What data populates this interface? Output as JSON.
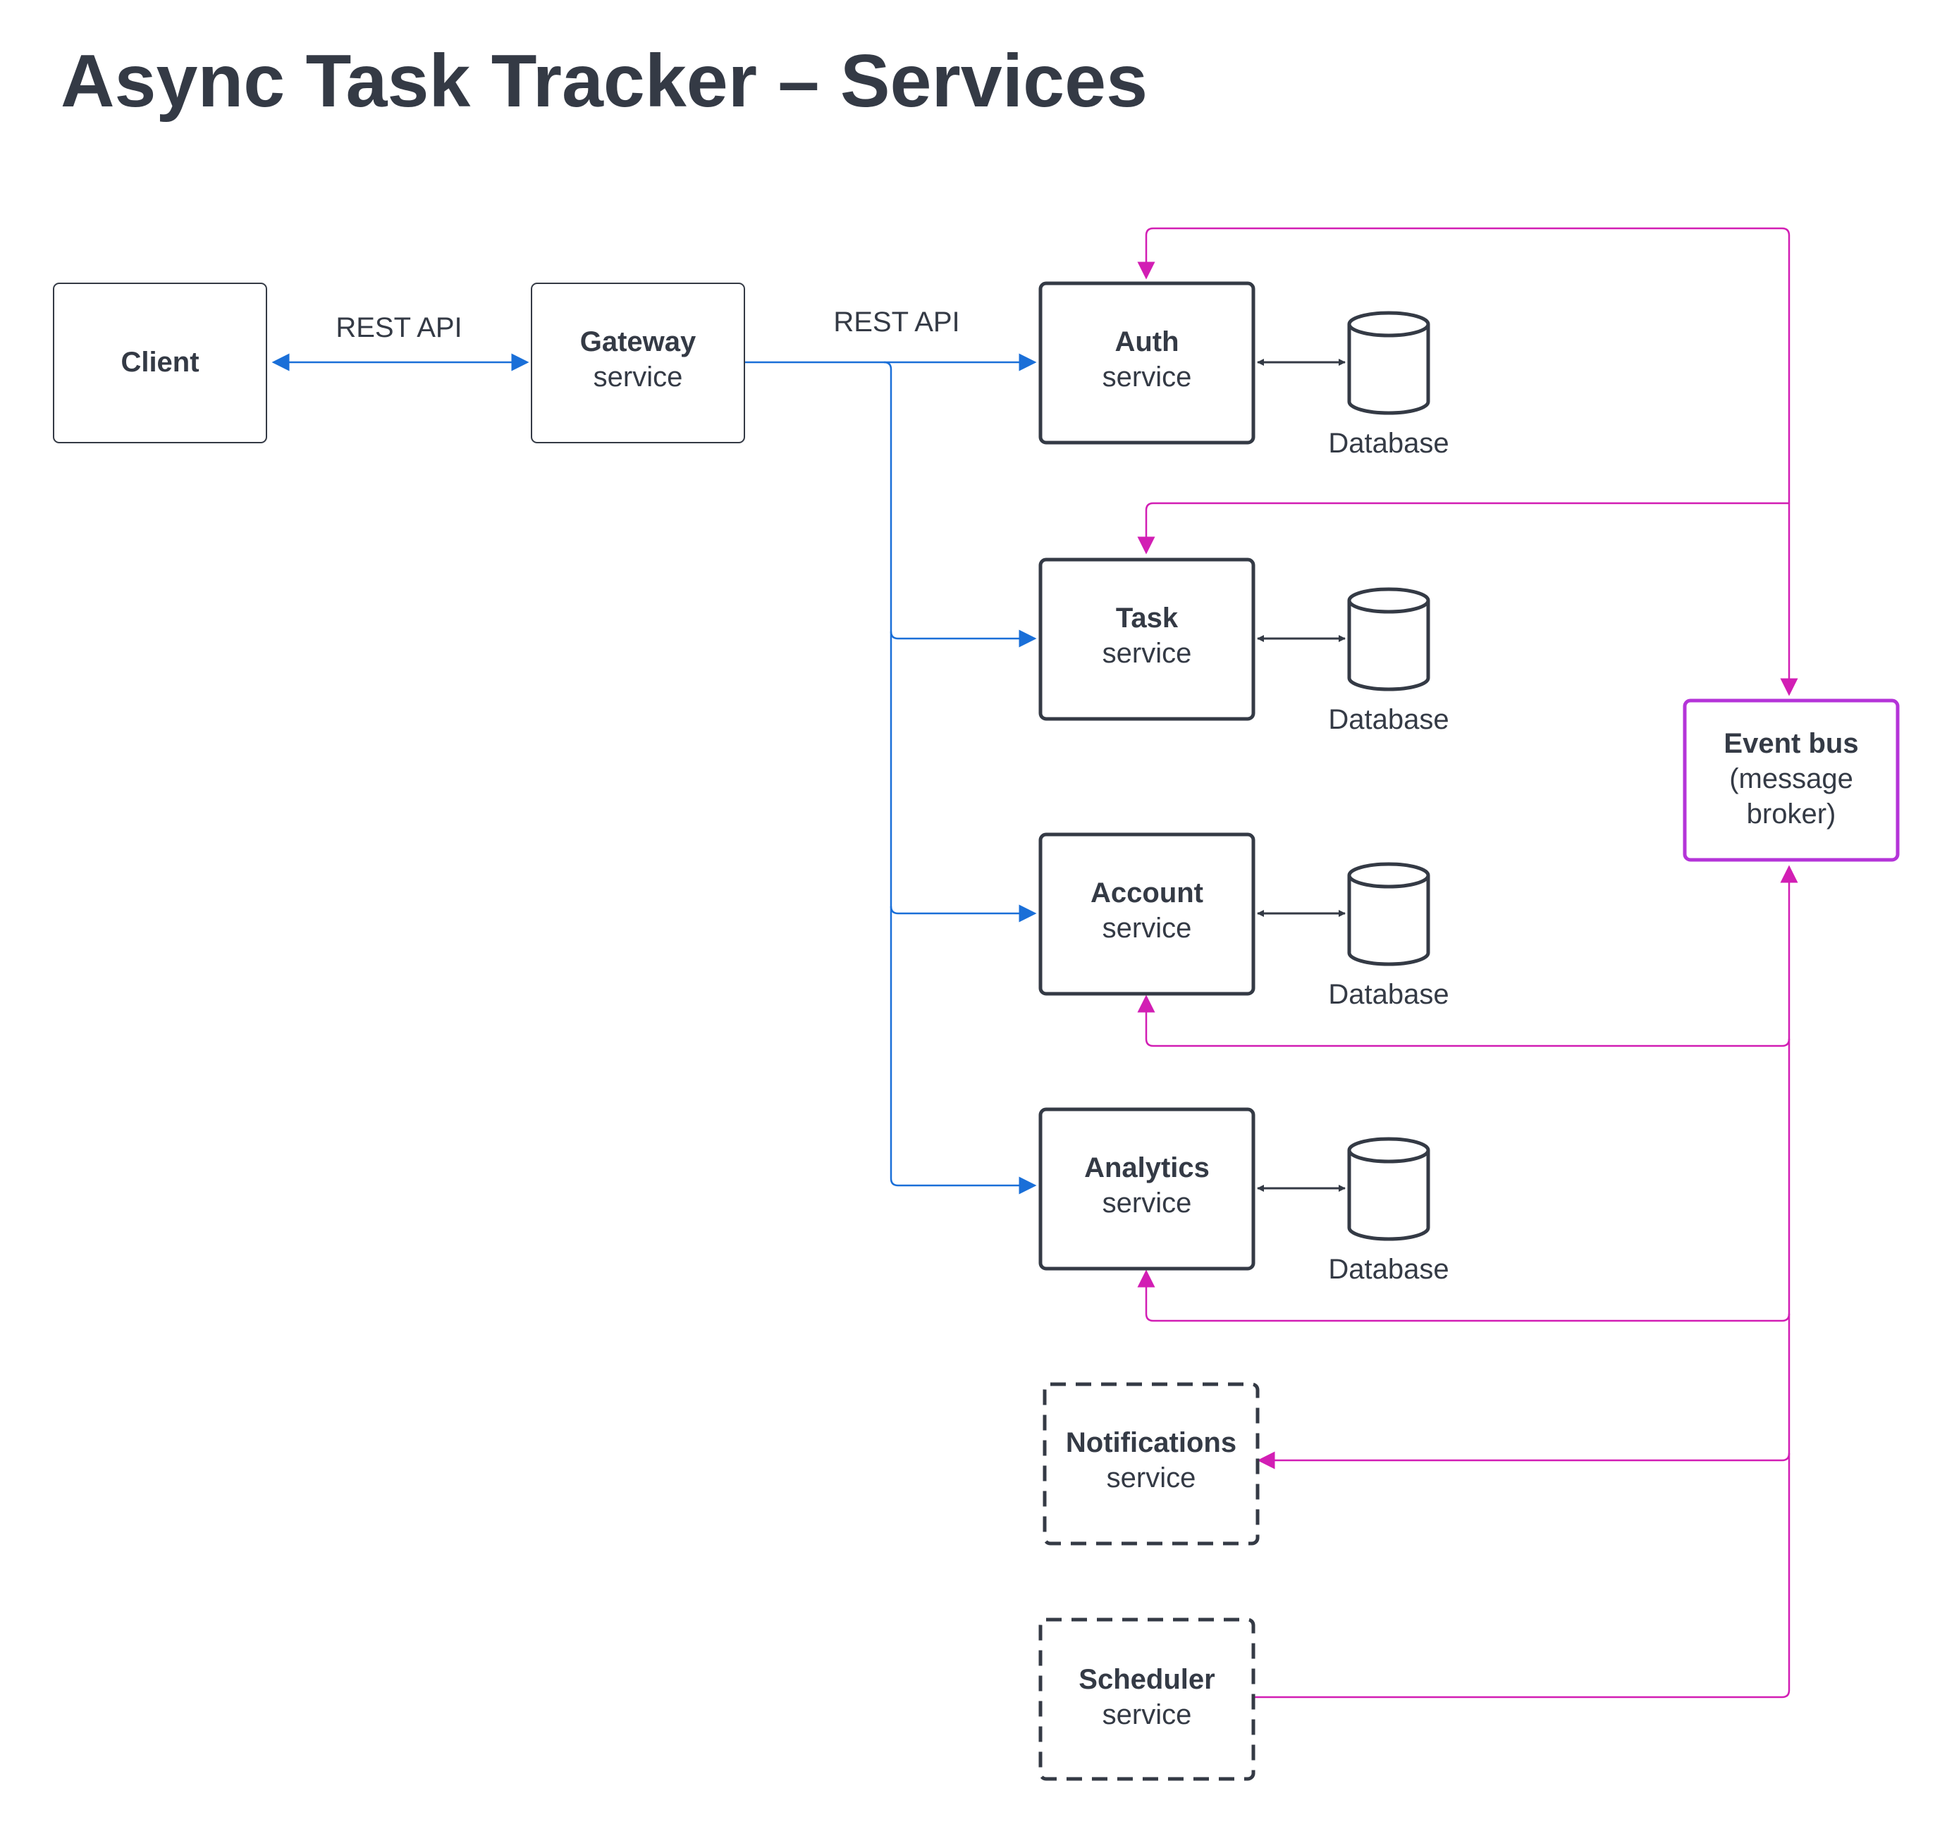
{
  "title": "Async Task Tracker – Services",
  "colors": {
    "ink": "#343a45",
    "rest": "#1a6fd8",
    "event": "#d21eb4",
    "eventbus_border": "#b434d8"
  },
  "nodes": {
    "client": {
      "name": "Client"
    },
    "gateway": {
      "name": "Gateway",
      "sub": "service"
    },
    "auth": {
      "name": "Auth",
      "sub": "service"
    },
    "task": {
      "name": "Task",
      "sub": "service"
    },
    "account": {
      "name": "Account",
      "sub": "service"
    },
    "analytics": {
      "name": "Analytics",
      "sub": "service"
    },
    "notifications": {
      "name": "Notifications",
      "sub": "service"
    },
    "scheduler": {
      "name": "Scheduler",
      "sub": "service"
    },
    "eventbus": {
      "name": "Event bus",
      "sub1": "(message",
      "sub2": "broker)"
    }
  },
  "databases": {
    "auth": "Database",
    "task": "Database",
    "account": "Database",
    "analytics": "Database"
  },
  "edges": {
    "client_gateway": "REST API",
    "gateway_services": "REST API"
  }
}
